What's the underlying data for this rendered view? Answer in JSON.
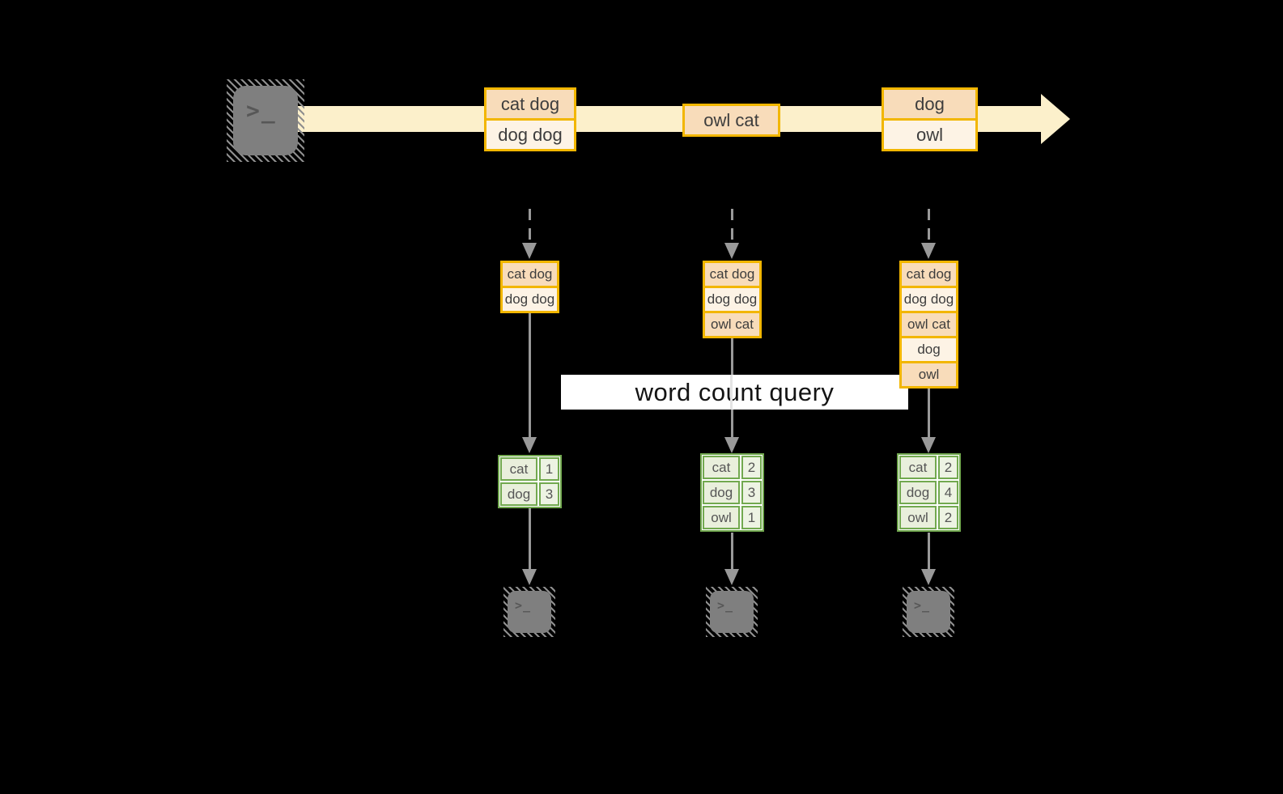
{
  "diagram": {
    "query_label": "word count query",
    "terminal_glyph": ">_",
    "colors": {
      "background": "#000000",
      "stream_band": "#FCF0CB",
      "record_border": "#F2B600",
      "record_fill_dark": "#F8DCBA",
      "record_fill_light": "#FDF3E5",
      "table_border": "#72A94F",
      "table_fill_word": "#E9EFDC",
      "table_fill_count": "#EDF3E3",
      "arrow_gray": "#999999",
      "terminal_gray": "#7F7F7F",
      "query_box": "#FFFFFF"
    },
    "stream_records": [
      {
        "rows": [
          "cat dog",
          "dog dog"
        ]
      },
      {
        "rows": [
          "owl cat"
        ]
      },
      {
        "rows": [
          "dog",
          "owl"
        ]
      }
    ],
    "columns": [
      {
        "state_rows": [
          "cat dog",
          "dog dog"
        ],
        "count_table": {
          "rows": [
            {
              "word": "cat",
              "count": "1"
            },
            {
              "word": "dog",
              "count": "3"
            }
          ]
        }
      },
      {
        "state_rows": [
          "cat dog",
          "dog dog",
          "owl cat"
        ],
        "count_table": {
          "rows": [
            {
              "word": "cat",
              "count": "2"
            },
            {
              "word": "dog",
              "count": "3"
            },
            {
              "word": "owl",
              "count": "1"
            }
          ]
        }
      },
      {
        "state_rows": [
          "cat dog",
          "dog dog",
          "owl cat",
          "dog",
          "owl"
        ],
        "count_table": {
          "rows": [
            {
              "word": "cat",
              "count": "2"
            },
            {
              "word": "dog",
              "count": "4"
            },
            {
              "word": "owl",
              "count": "2"
            }
          ]
        }
      }
    ]
  }
}
